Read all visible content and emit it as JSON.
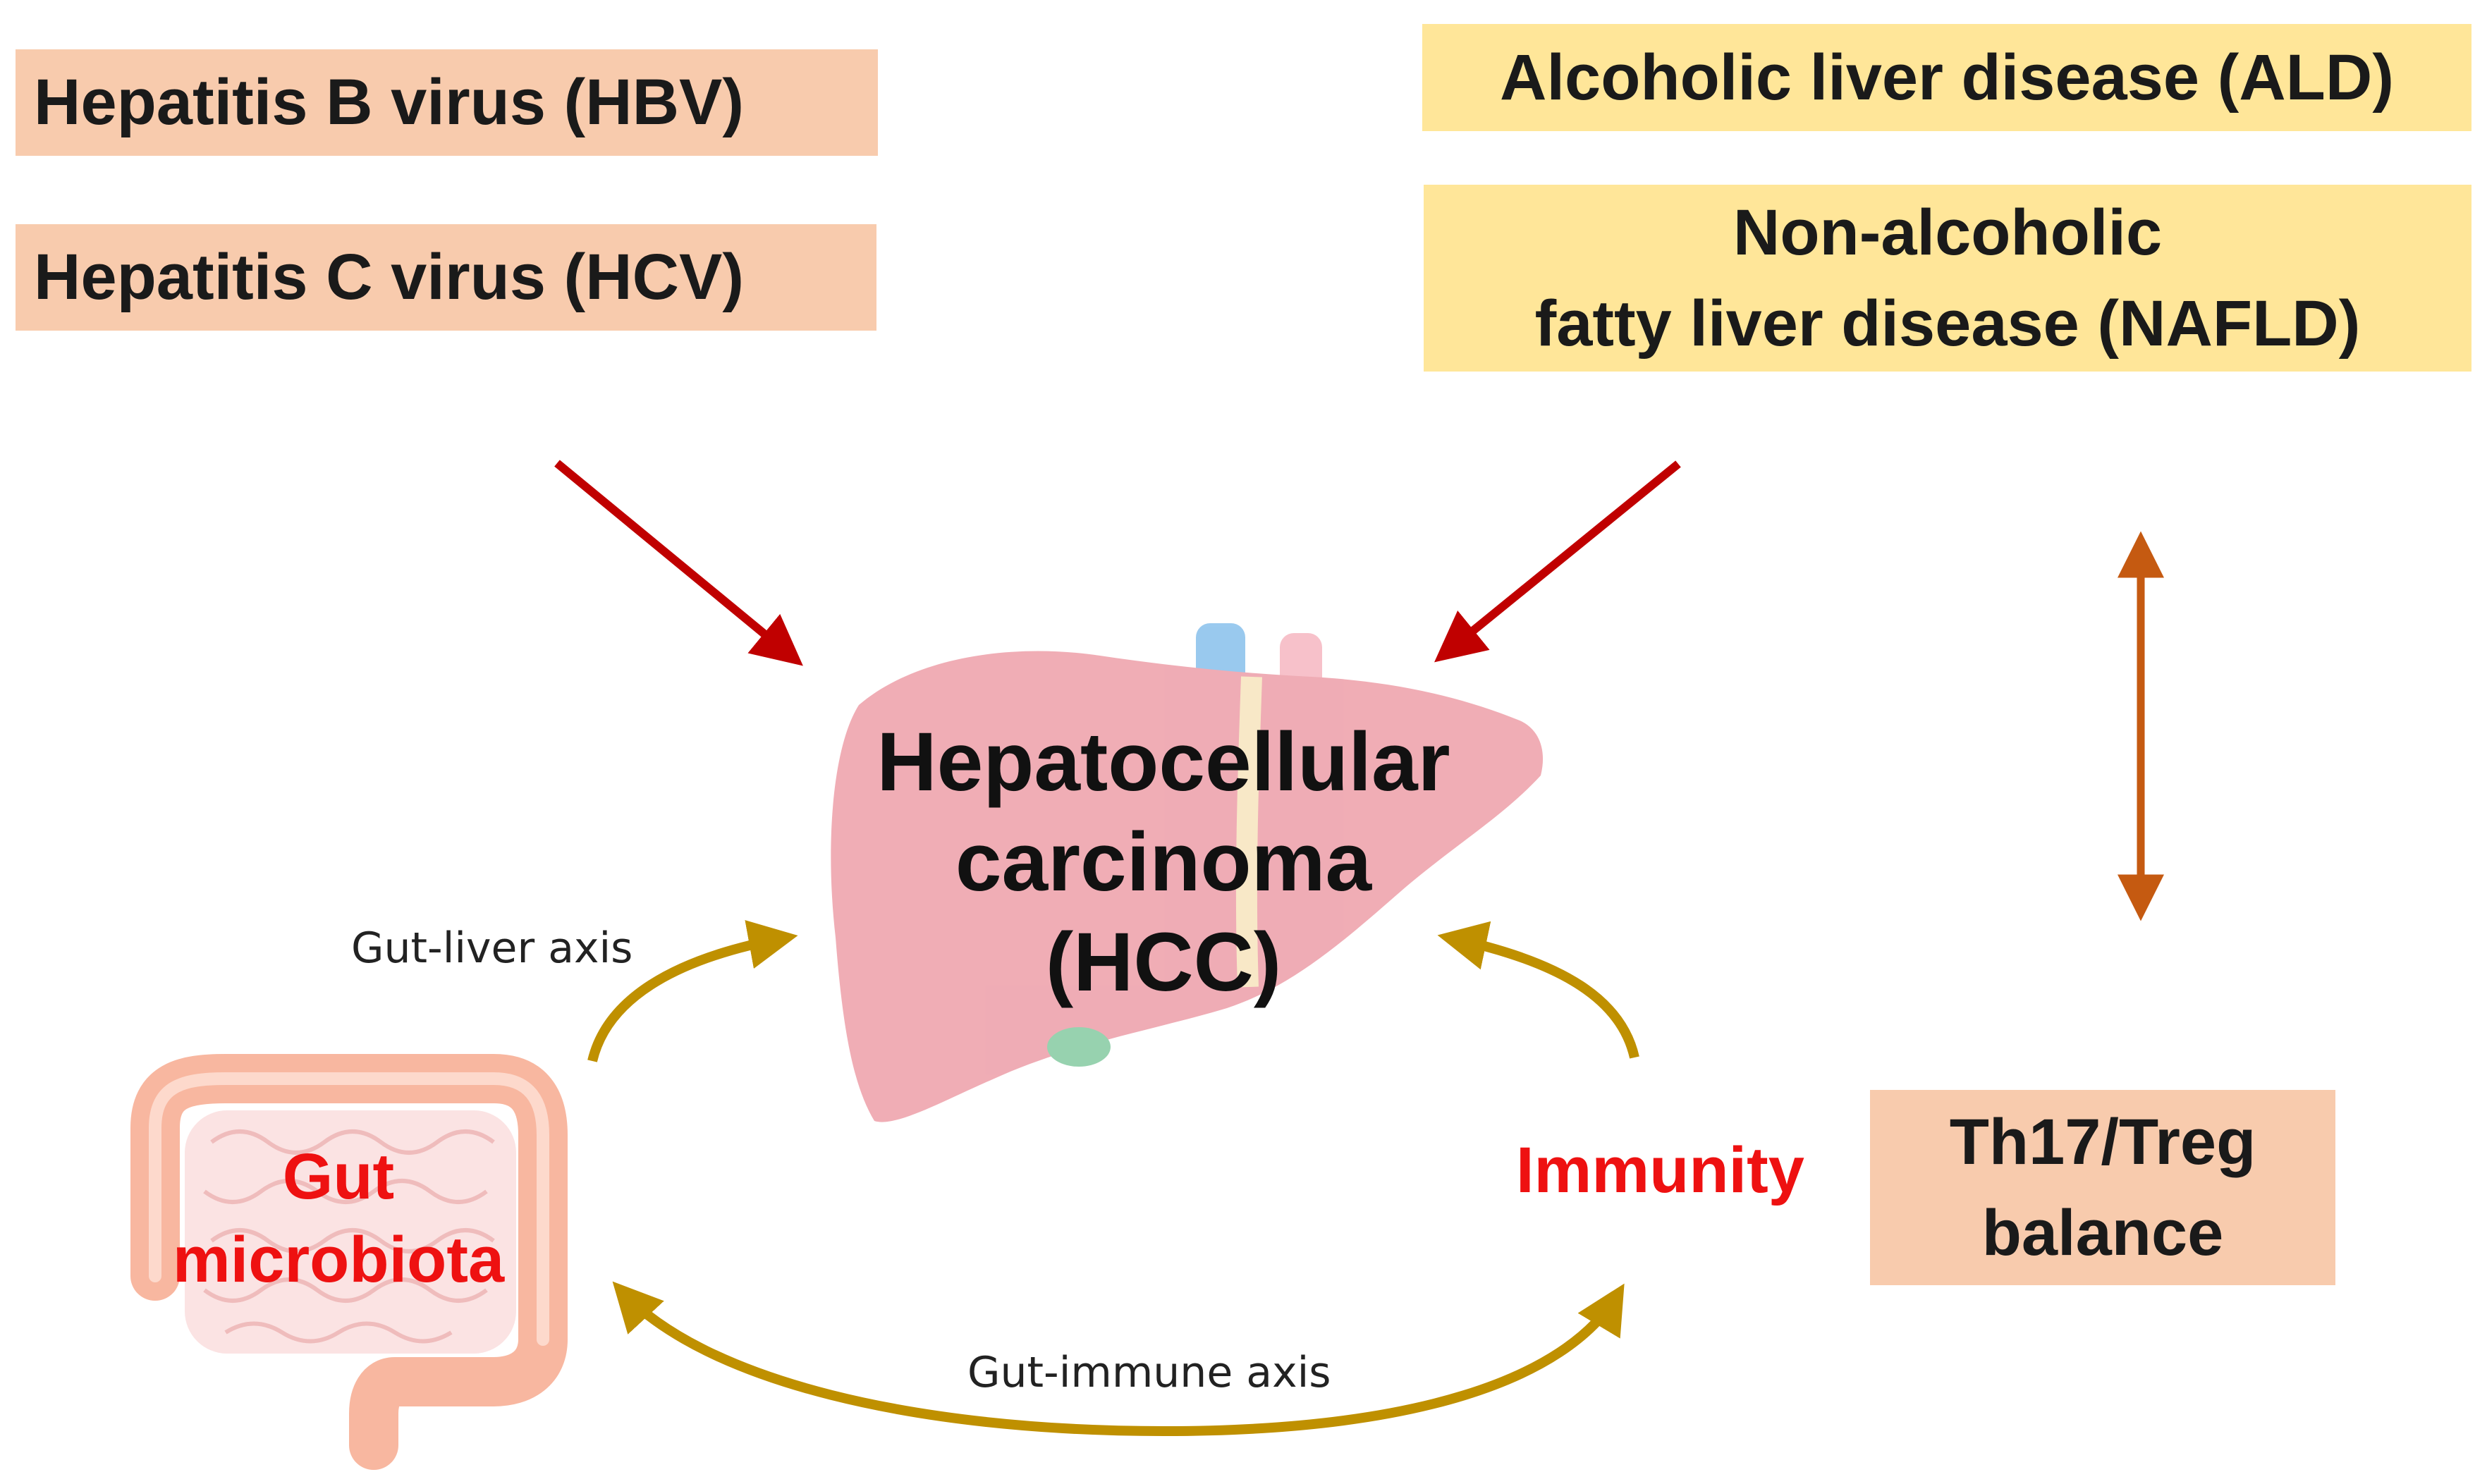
{
  "boxes": {
    "hbv": "Hepatitis B virus (HBV)",
    "hcv": "Hepatitis C virus (HCV)",
    "ald": "Alcoholic liver disease (ALD)",
    "nafld_line1": "Non-alcoholic",
    "nafld_line2": "fatty liver disease (NAFLD)",
    "th17_line1": "Th17/Treg",
    "th17_line2": "balance"
  },
  "center": {
    "hcc_line1": "Hepatocellular",
    "hcc_line2": "carcinoma",
    "hcc_line3": "(HCC)"
  },
  "nodes": {
    "gut_line1": "Gut",
    "gut_line2": "microbiota",
    "immunity": "Immunity"
  },
  "edge_labels": {
    "gut_liver": "Gut-liver axis",
    "gut_immune": "Gut-immune axis"
  },
  "colors": {
    "salmon_box": "#f8cbad",
    "yellow_box": "#ffe699",
    "red_arrow": "#c00000",
    "orange_arrow": "#c55a11",
    "gold_arrow": "#bf9000",
    "label_red": "#ee1111"
  },
  "icons": [
    "liver-icon",
    "intestine-icon"
  ]
}
